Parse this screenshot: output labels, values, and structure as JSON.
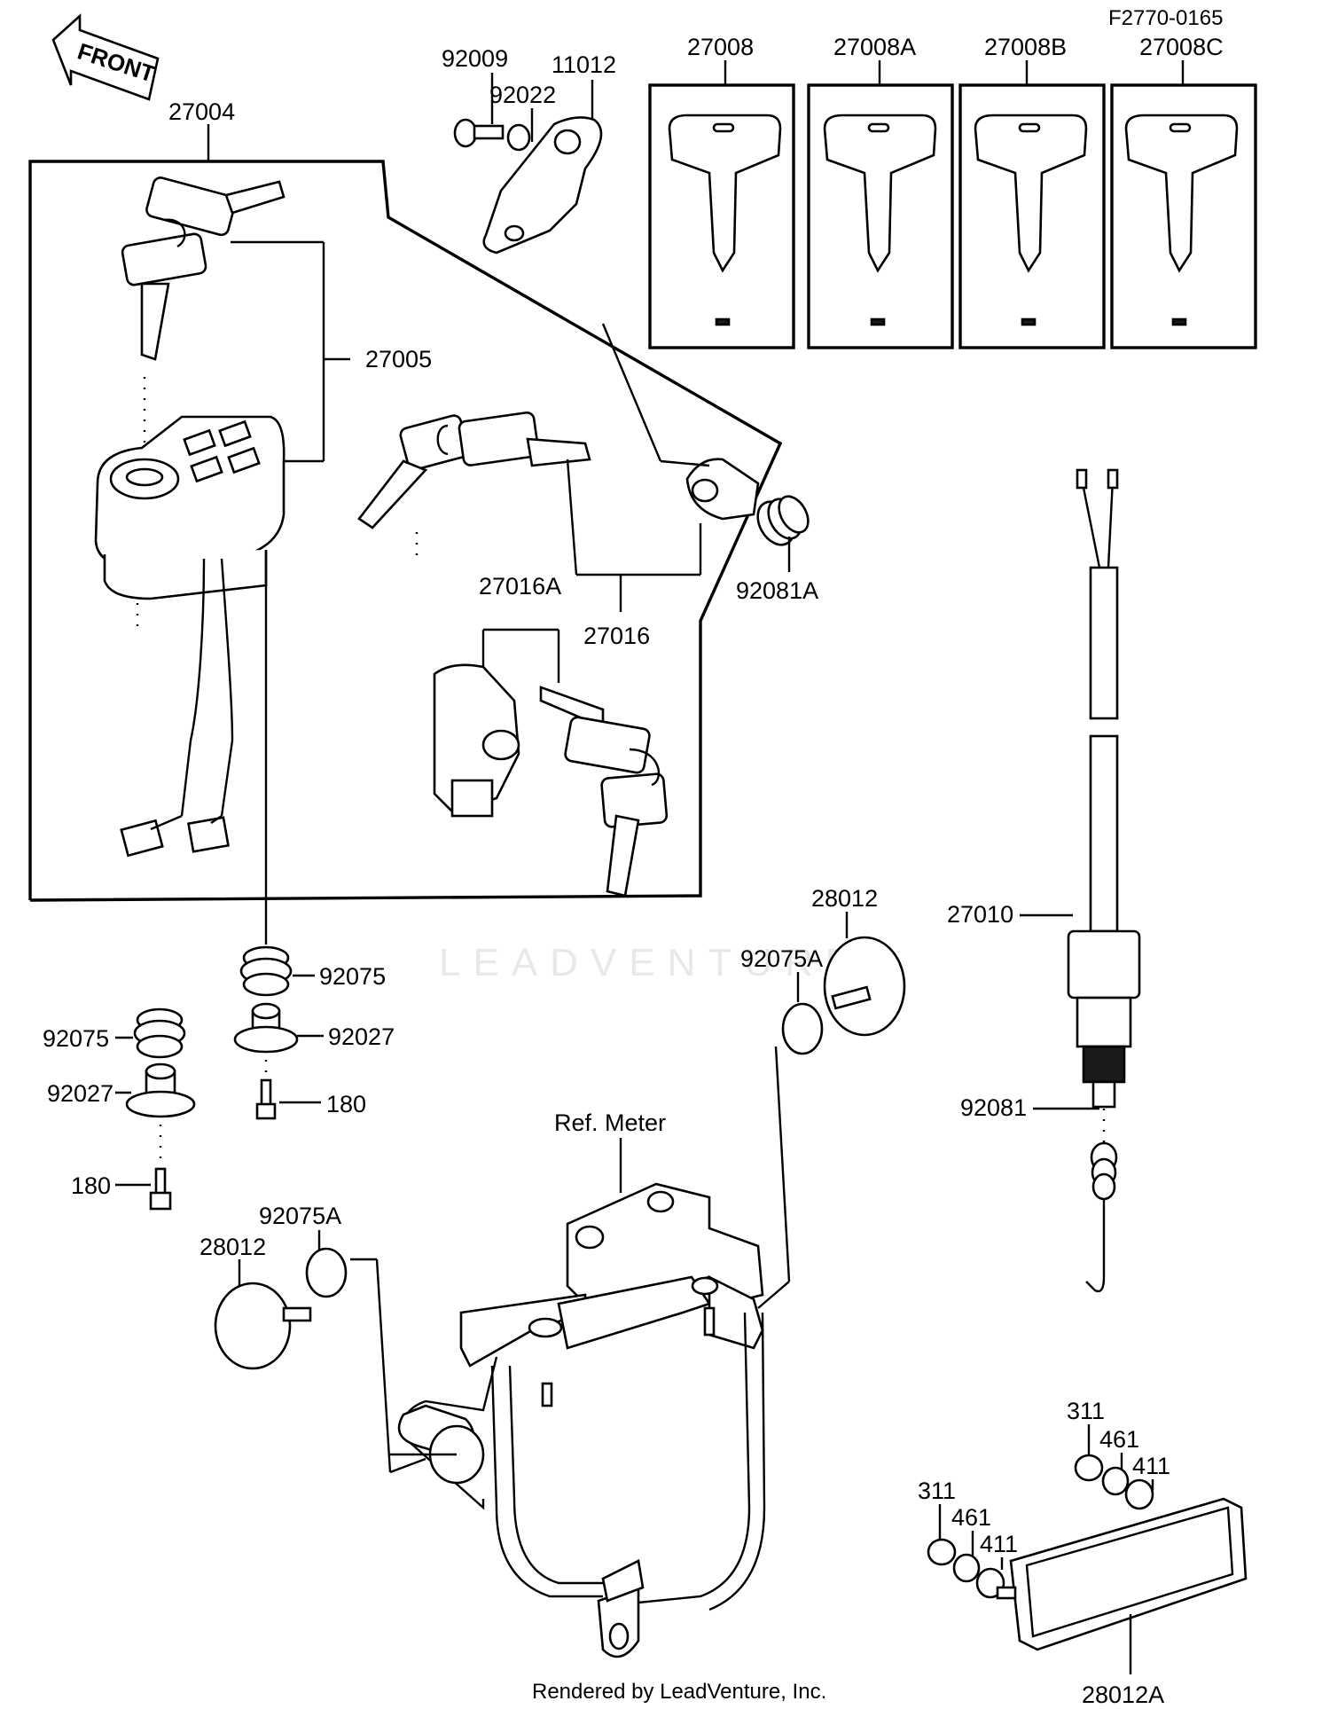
{
  "diagram_code": "F2770-0165",
  "front_arrow_label": "FRONT",
  "footer": "Rendered by LeadVenture, Inc.",
  "watermark": "LEADVENTURE",
  "labels": {
    "p27004": "27004",
    "p27005": "27005",
    "p92009": "92009",
    "p92022": "92022",
    "p11012": "11012",
    "p27008": "27008",
    "p27008A": "27008A",
    "p27008B": "27008B",
    "p27008C": "27008C",
    "p27016A": "27016A",
    "p27016": "27016",
    "p92081A": "92081A",
    "p27010": "27010",
    "p92081": "92081",
    "p28012_right": "28012",
    "p92075A_right": "92075A",
    "p92075_center": "92075",
    "p92027_center": "92027",
    "p180_center": "180",
    "p92075_left": "92075",
    "p92027_left": "92027",
    "p180_left": "180",
    "ref_meter": "Ref. Meter",
    "p92075A_left": "92075A",
    "p28012_left": "28012",
    "p311_top": "311",
    "p461_top": "461",
    "p411_top": "411",
    "p311_bottom": "311",
    "p461_bottom": "461",
    "p411_bottom": "411",
    "p28012A": "28012A"
  }
}
